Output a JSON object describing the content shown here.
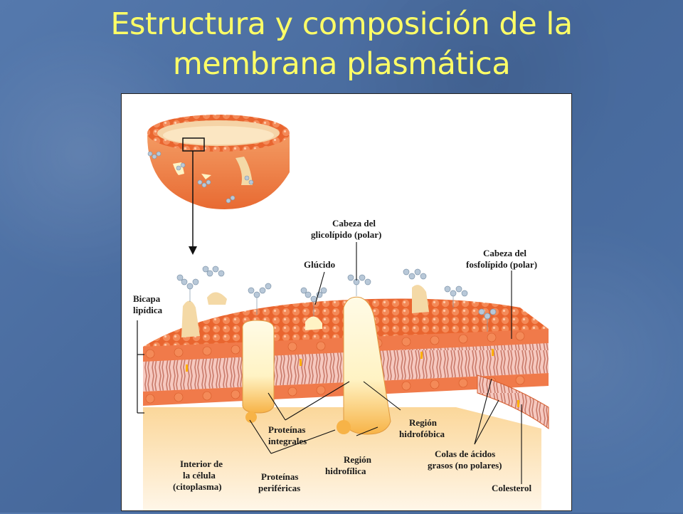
{
  "slide": {
    "title_line1": "Estructura y composición de la",
    "title_line2": "membrana plasmática"
  },
  "diagram": {
    "labels": {
      "head_glycolipid_1": "Cabeza del",
      "head_glycolipid_2": "glicolípido (polar)",
      "glucide": "Glúcido",
      "head_phospholipid_1": "Cabeza del",
      "head_phospholipid_2": "fosfolípido (polar)",
      "bilayer_1": "Bicapa",
      "bilayer_2": "lipídica",
      "integral_1": "Proteínas",
      "integral_2": "integrales",
      "hydrophobic_1": "Región",
      "hydrophobic_2": "hidrofóbica",
      "hydrophilic_1": "Región",
      "hydrophilic_2": "hidrofílica",
      "interior_1": "Interior de",
      "interior_2": "la célula",
      "interior_3": "(citoplasma)",
      "peripheral_1": "Proteínas",
      "peripheral_2": "periféricas",
      "fatty_1": "Colas de ácidos",
      "fatty_2": "grasos (no polares)",
      "cholesterol": "Colesterol"
    },
    "colors": {
      "title": "#ffff66",
      "background": "#4a6fa5",
      "phospholipid_head": "#f07a4a",
      "cytoplasm": "#fbd79a",
      "protein": "#fff3c4",
      "glycan": "#b8c8d8"
    }
  }
}
